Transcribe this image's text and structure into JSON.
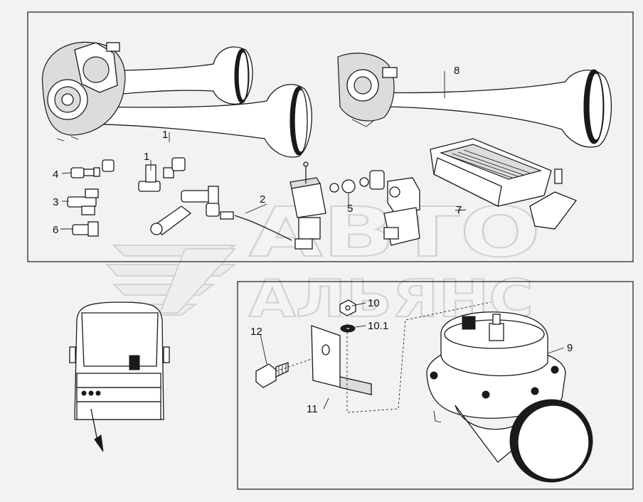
{
  "watermark": {
    "line1": "АВТО",
    "line2": "АЛЬЯНС"
  },
  "callouts": {
    "c1a": "1",
    "c1b": "1",
    "c2": "2",
    "c3": "3",
    "c4": "4",
    "c5": "5",
    "c6": "6",
    "c7": "7",
    "c8": "8",
    "c9": "9",
    "c10": "10",
    "c10_1": "10.1",
    "c11": "11",
    "c12": "12"
  }
}
